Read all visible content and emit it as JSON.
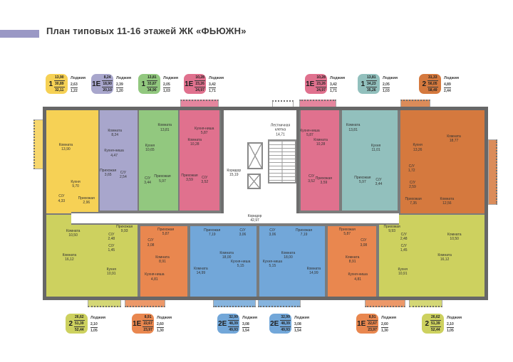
{
  "header": {
    "title": "План типовых 11-16 этажей ЖК «ФЬЮЖН»"
  },
  "labels": {
    "loggia": "Лоджия"
  },
  "colors": {
    "logo": "#9a98c5",
    "yellow": "#F6D155",
    "lavender": "#A8A6CC",
    "green": "#92C87F",
    "pink": "#E0718E",
    "teal": "#92C0BD",
    "orange_dark": "#D5793E",
    "olive": "#CDD15F",
    "orange": "#E9874F",
    "blue": "#72A7D9",
    "wall": "#676767"
  },
  "legend_top": [
    {
      "type": "1",
      "color": "yellow",
      "areas": [
        "13,90",
        "30,89",
        "32,11"
      ],
      "loggia": [
        "2,63",
        "1,22"
      ]
    },
    {
      "type": "1Е",
      "color": "lavender",
      "areas": [
        "8,24",
        "18,90",
        "20,10"
      ],
      "loggia": [
        "2,39",
        "1,20"
      ]
    },
    {
      "type": "1",
      "color": "green",
      "areas": [
        "13,81",
        "33,87",
        "34,90"
      ],
      "loggia": [
        "2,05",
        "1,03"
      ]
    },
    {
      "type": "1Е",
      "color": "pink",
      "areas": [
        "10,28",
        "23,26",
        "24,97"
      ],
      "loggia": [
        "3,42",
        "1,71"
      ]
    },
    {
      "type": "1Е",
      "color": "pink",
      "areas": [
        "10,28",
        "23,26",
        "24,97"
      ],
      "loggia": [
        "3,42",
        "1,71"
      ]
    },
    {
      "type": "1",
      "color": "teal",
      "areas": [
        "13,81",
        "34,23",
        "35,26"
      ],
      "loggia": [
        "2,05",
        "1,03"
      ]
    },
    {
      "type": "2",
      "color": "orange_dark",
      "areas": [
        "31,33",
        "56,05",
        "58,49"
      ],
      "loggia": [
        "4,89",
        "2,44"
      ]
    }
  ],
  "legend_bottom": [
    {
      "type": "2",
      "color": "olive",
      "areas": [
        "26,62",
        "51,39",
        "52,44"
      ],
      "loggia": [
        "2,10",
        "1,05"
      ]
    },
    {
      "type": "1Е",
      "color": "orange",
      "areas": [
        "8,91",
        "22,67",
        "23,97"
      ],
      "loggia": [
        "2,60",
        "1,30"
      ]
    },
    {
      "type": "2Е",
      "color": "blue",
      "areas": [
        "32,99",
        "48,39",
        "49,93"
      ],
      "loggia": [
        "3,08",
        "1,54"
      ]
    },
    {
      "type": "2Е",
      "color": "blue",
      "areas": [
        "32,99",
        "48,39",
        "49,93"
      ],
      "loggia": [
        "3,08",
        "1,54"
      ]
    },
    {
      "type": "1Е",
      "color": "orange",
      "areas": [
        "8,91",
        "22,67",
        "23,97"
      ],
      "loggia": [
        "2,60",
        "1,30"
      ]
    },
    {
      "type": "2",
      "color": "olive",
      "areas": [
        "26,62",
        "51,39",
        "52,44"
      ],
      "loggia": [
        "2,10",
        "1,05"
      ]
    }
  ],
  "plan": {
    "corridor_small": {
      "n": "Коридор",
      "v": "15,19"
    },
    "stairwell": {
      "n": "Лестничная клетка",
      "v": "14,71"
    },
    "corridor_main": {
      "n": "Коридор",
      "v": "42,97"
    },
    "apts": {
      "yellow": {
        "rooms": [
          {
            "n": "Комната",
            "v": "13,90"
          },
          {
            "n": "Кухня",
            "v": "9,70"
          },
          {
            "n": "С/У",
            "v": "4,33"
          },
          {
            "n": "Прихожая",
            "v": "2,96"
          }
        ]
      },
      "lavender": {
        "rooms": [
          {
            "n": "Комната",
            "v": "8,24"
          },
          {
            "n": "Кухня-ниша",
            "v": "4,47"
          },
          {
            "n": "Прихожая",
            "v": "3,65"
          },
          {
            "n": "С/У",
            "v": "2,54"
          }
        ]
      },
      "green": {
        "rooms": [
          {
            "n": "Комната",
            "v": "13,81"
          },
          {
            "n": "Кухня",
            "v": "10,65"
          },
          {
            "n": "С/У",
            "v": "3,44"
          },
          {
            "n": "Прихожая",
            "v": "5,97"
          }
        ]
      },
      "pink_left": {
        "rooms": [
          {
            "n": "Кухня-ниша",
            "v": "5,87"
          },
          {
            "n": "Комната",
            "v": "10,28"
          },
          {
            "n": "Прихожая",
            "v": "3,59"
          },
          {
            "n": "С/У",
            "v": "3,52"
          }
        ]
      },
      "pink_right": {
        "rooms": [
          {
            "n": "Кухня-ниша",
            "v": "5,87"
          },
          {
            "n": "Комната",
            "v": "10,28"
          },
          {
            "n": "С/У",
            "v": "3,52"
          },
          {
            "n": "Прихожая",
            "v": "3,59"
          }
        ]
      },
      "teal": {
        "rooms": [
          {
            "n": "Комната",
            "v": "13,81"
          },
          {
            "n": "Кухня",
            "v": "11,01"
          },
          {
            "n": "Прихожая",
            "v": "5,97"
          },
          {
            "n": "С/У",
            "v": "3,44"
          }
        ]
      },
      "orange_two": {
        "rooms": [
          {
            "n": "Кухня",
            "v": "13,26"
          },
          {
            "n": "Комната",
            "v": "18,77"
          },
          {
            "n": "С/У",
            "v": "1,72"
          },
          {
            "n": "С/У",
            "v": "2,59"
          },
          {
            "n": "Прихожая",
            "v": "7,35"
          },
          {
            "n": "Комната",
            "v": "12,56"
          }
        ]
      },
      "olive_left": {
        "rooms": [
          {
            "n": "Комната",
            "v": "10,50"
          },
          {
            "n": "Прихожая",
            "v": "9,93"
          },
          {
            "n": "С/У",
            "v": "2,48"
          },
          {
            "n": "С/У",
            "v": "1,45"
          },
          {
            "n": "Комната",
            "v": "16,12"
          },
          {
            "n": "Кухня",
            "v": "10,91"
          }
        ]
      },
      "orange_left": {
        "rooms": [
          {
            "n": "Прихожая",
            "v": "5,87"
          },
          {
            "n": "С/У",
            "v": "3,08"
          },
          {
            "n": "Комната",
            "v": "8,91"
          },
          {
            "n": "Кухня-ниша",
            "v": "4,81"
          }
        ]
      },
      "blue_left": {
        "rooms": [
          {
            "n": "Прихожая",
            "v": "7,19"
          },
          {
            "n": "С/У",
            "v": "3,06"
          },
          {
            "n": "Комната",
            "v": "18,00"
          },
          {
            "n": "Кухня-ниша",
            "v": "5,15"
          },
          {
            "n": "Комната",
            "v": "14,99"
          }
        ]
      },
      "blue_right": {
        "rooms": [
          {
            "n": "Прихожая",
            "v": "7,19"
          },
          {
            "n": "С/У",
            "v": "3,06"
          },
          {
            "n": "Комната",
            "v": "18,00"
          },
          {
            "n": "Кухня-ниша",
            "v": "5,15"
          },
          {
            "n": "Комната",
            "v": "14,99"
          }
        ]
      },
      "orange_right": {
        "rooms": [
          {
            "n": "Прихожая",
            "v": "5,87"
          },
          {
            "n": "С/У",
            "v": "3,08"
          },
          {
            "n": "Комната",
            "v": "8,91"
          },
          {
            "n": "Кухня-ниша",
            "v": "4,81"
          }
        ]
      },
      "olive_right": {
        "rooms": [
          {
            "n": "Прихожая",
            "v": "9,93"
          },
          {
            "n": "С/У",
            "v": "2,48"
          },
          {
            "n": "С/У",
            "v": "1,45"
          },
          {
            "n": "Комната",
            "v": "10,50"
          },
          {
            "n": "Комната",
            "v": "16,12"
          },
          {
            "n": "Кухня",
            "v": "10,91"
          }
        ]
      }
    }
  }
}
